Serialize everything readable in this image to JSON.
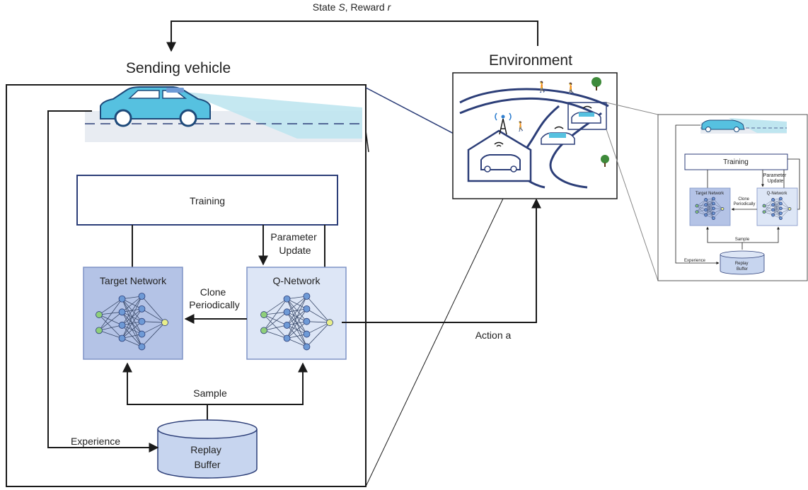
{
  "top_feedback": {
    "prefix": "State ",
    "state_symbol": "S",
    "middle": ", Reward ",
    "reward_symbol": "r"
  },
  "sending_vehicle": {
    "title": "Sending vehicle",
    "training": "Training",
    "parameter_update": [
      "Parameter",
      "Update"
    ],
    "target_network": "Target Network",
    "q_network": "Q-Network",
    "clone": [
      "Clone",
      "Periodically"
    ],
    "sample": "Sample",
    "experience": "Experience",
    "replay_buffer": [
      "Replay",
      "Buffer"
    ]
  },
  "environment": {
    "title": "Environment"
  },
  "action_label": "Action a",
  "thumbnail": {
    "training": "Training",
    "parameter_update": [
      "Parameter",
      "Update"
    ],
    "target_network": "Target Network",
    "q_network": "Q-Network",
    "clone": [
      "Clone",
      "Periodically"
    ],
    "sample": "Sample",
    "experience": "Experience",
    "replay_buffer": [
      "Replay",
      "Buffer"
    ]
  },
  "colors": {
    "network_fill": "#b4c3e6",
    "network_fill_light": "#dde6f6",
    "network_stroke": "#7f93c6",
    "car_body": "#56c1e0",
    "road": "#2c3e78",
    "beam": "#bfe6f0",
    "input_node": "#8fcf7a",
    "output_node": "#e8ee8a",
    "hidden_node": "#6e9ad6"
  }
}
